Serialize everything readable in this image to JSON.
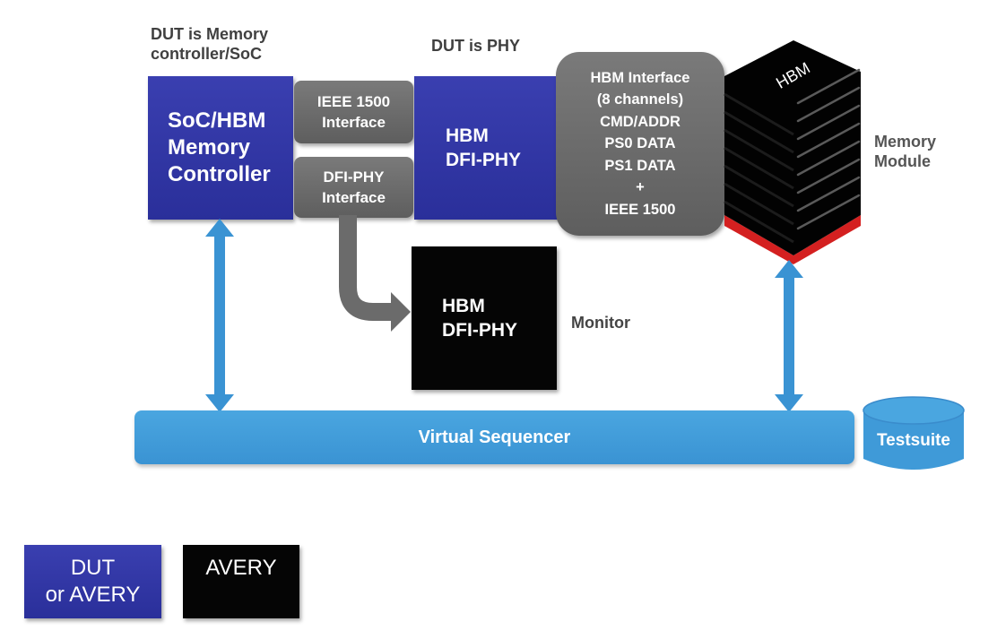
{
  "captions": {
    "dut_controller": [
      "DUT is Memory",
      "controller/SoC"
    ],
    "dut_phy": "DUT is PHY",
    "memory_module": [
      "Memory",
      "Module"
    ],
    "monitor": "Monitor"
  },
  "blocks": {
    "soc_controller": [
      "SoC/HBM",
      "Memory",
      "Controller"
    ],
    "ieee_interface": [
      "IEEE 1500",
      "Interface"
    ],
    "dfi_phy_interface": [
      "DFI-PHY",
      "Interface"
    ],
    "hbm_dfi_phy": [
      "HBM",
      "DFI-PHY"
    ],
    "hbm_interface": [
      "HBM Interface",
      "(8 channels)",
      "CMD/ADDR",
      "PS0 DATA",
      "PS1 DATA",
      "+",
      "IEEE 1500"
    ],
    "hbm_stack_label": "HBM",
    "monitor_block": [
      "HBM",
      "DFI-PHY"
    ],
    "virtual_sequencer": "Virtual Sequencer",
    "testsuite": "Testsuite"
  },
  "legend": {
    "dut_or_avery": [
      "DUT",
      "or AVERY"
    ],
    "avery": "AVERY"
  },
  "colors": {
    "dut_blue": "#2e339f",
    "interface_gray": "#6b6b6b",
    "avery_black": "#050505",
    "sequencer_blue": "#3f9ad8",
    "hbm_base_red": "#d42020"
  }
}
